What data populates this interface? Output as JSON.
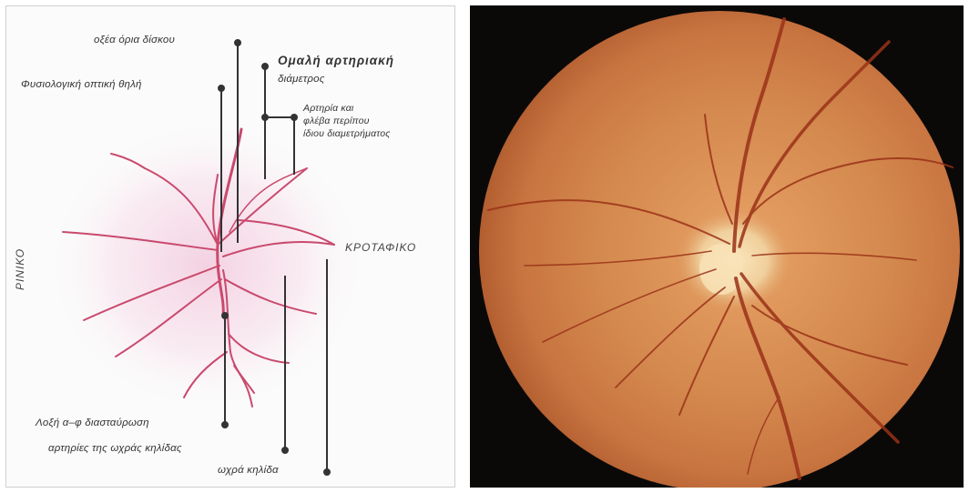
{
  "diagram": {
    "labels": {
      "sharp_disc_margins": "οξέα όρια δίσκου",
      "physiological_cup": "Φυσιολογική οπτική θηλή",
      "uniform_arterial_caliber_1": "Ομαλή αρτηριακή",
      "uniform_arterial_caliber_2": "διάμετρος",
      "artery_vein_1": "Αρτηρία και",
      "artery_vein_2": "φλέβα περίπου",
      "artery_vein_3": "ίδιου διαμετρήματος",
      "temporal": "ΚΡΟΤΑΦΙΚΟ",
      "nasal": "ΡΙΝΙΚΟ",
      "av_crossing": "Λοξή α–φ διασταύρωση",
      "macula_arteries": "αρτηρίες της ωχράς κηλίδας",
      "macula": "ωχρά κηλίδα"
    },
    "colors": {
      "vessel": "#c94a6e",
      "leader": "#333333",
      "disc_glow": "#f7d9e6"
    }
  },
  "photo": {
    "colors": {
      "background": "#0b0908",
      "fundus": "#c87440",
      "disc": "#f0cf9c",
      "vessel": "#9a3218"
    }
  }
}
